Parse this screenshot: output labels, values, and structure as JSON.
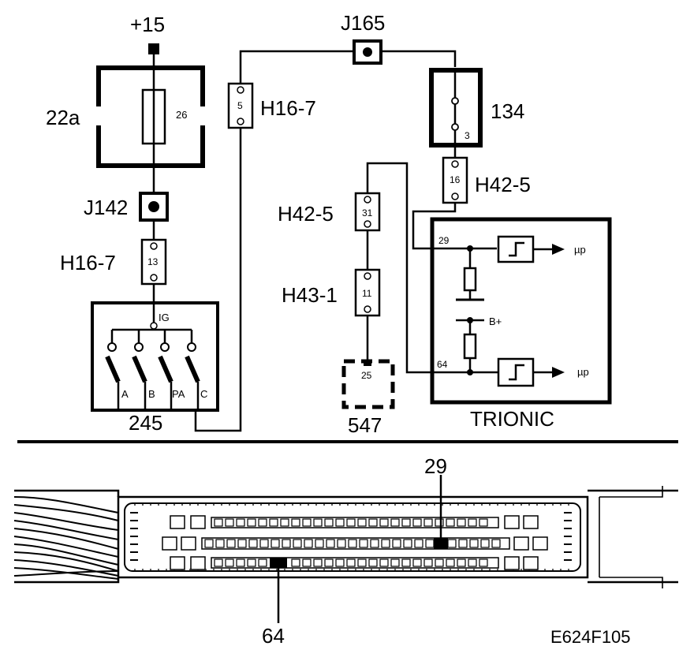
{
  "power_label": "+15",
  "fuse_box": {
    "label": "22a",
    "fuse_number": "26"
  },
  "junction_j142": "J142",
  "junction_j165": "J165",
  "connector_h16_7_left": {
    "label": "H16-7",
    "pin": "13"
  },
  "connector_h16_7_top": {
    "label": "H16-7",
    "pin": "5"
  },
  "component_134": {
    "label": "134",
    "pin": "3"
  },
  "connector_h42_5_right": {
    "label": "H42-5",
    "pin": "16"
  },
  "connector_h42_5_mid": {
    "label": "H42-5",
    "pin": "31"
  },
  "connector_h43_1": {
    "label": "H43-1",
    "pin": "11"
  },
  "component_547": {
    "label": "547",
    "pin": "25"
  },
  "ignition_switch": {
    "label": "245",
    "ig": "IG",
    "contacts": [
      "A",
      "B",
      "PA",
      "C"
    ]
  },
  "trionic": {
    "label": "TRIONIC",
    "pin_top": "29",
    "pin_bottom": "64",
    "bplus": "B+",
    "mp_top": "µp",
    "mp_bottom": "µp"
  },
  "connector_view": {
    "pin_29": "29",
    "pin_64": "64"
  },
  "figure_code": "E624F105"
}
